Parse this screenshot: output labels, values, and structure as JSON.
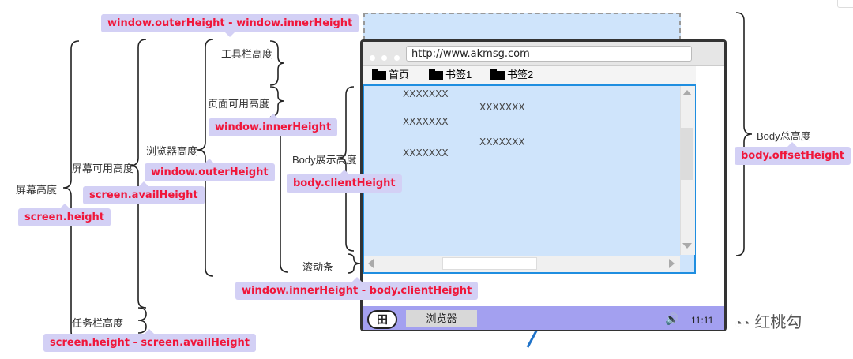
{
  "labels": {
    "screen_height": "屏幕高度",
    "avail_height": "屏幕可用高度",
    "browser_height": "浏览器高度",
    "toolbar_height": "工具栏高度",
    "page_avail_height": "页面可用高度",
    "body_display_height": "Body展示高度",
    "scrollbar": "滚动条",
    "taskbar_height": "任务栏高度",
    "body_total_height": "Body总高度"
  },
  "tags": {
    "outer_minus_inner": "window.outerHeight - window.innerHeight",
    "inner_height": "window.innerHeight",
    "outer_height": "window.outerHeight",
    "avail_height": "screen.availHeight",
    "screen_height": "screen.height",
    "client_height": "body.clientHeight",
    "inner_minus_client": "window.innerHeight - body.clientHeight",
    "height_minus_avail": "screen.height - screen.availHeight",
    "offset_height": "body.offsetHeight"
  },
  "browser": {
    "url": "http://www.akmsg.com",
    "bookmarks": [
      "首页",
      "书签1",
      "书签2"
    ],
    "content_text": [
      "XXXXXXX",
      "XXXXXXX",
      "XXXXXXX",
      "XXXXXXX",
      "XXXXXXX"
    ]
  },
  "taskbar": {
    "start_label": "田",
    "app_label": "浏览器",
    "time": "11:11"
  },
  "watermark": "红桃勾"
}
